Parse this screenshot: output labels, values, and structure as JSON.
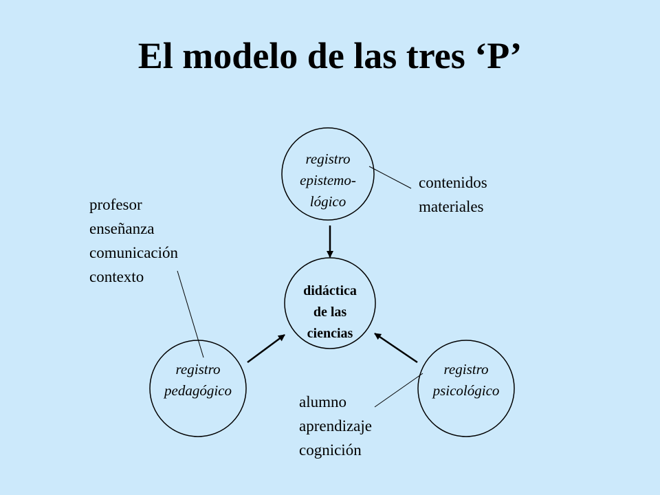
{
  "title": "El modelo de las tres ‘P’",
  "nodes": {
    "epistemologico": [
      "registro",
      "epistemo-",
      "lógico"
    ],
    "didactica": [
      "didáctica",
      "de las",
      "ciencias"
    ],
    "pedagogico": [
      "registro",
      "pedagógico"
    ],
    "psicologico": [
      "registro",
      "psicológico"
    ]
  },
  "labels": {
    "contenidos": [
      "contenidos",
      "materiales"
    ],
    "profesor": [
      "profesor",
      "enseñanza",
      "comunicación",
      "contexto"
    ],
    "alumno": [
      "alumno",
      "aprendizaje",
      "cognición"
    ]
  },
  "colors": {
    "background": "#cce9fb",
    "stroke": "#000000"
  }
}
